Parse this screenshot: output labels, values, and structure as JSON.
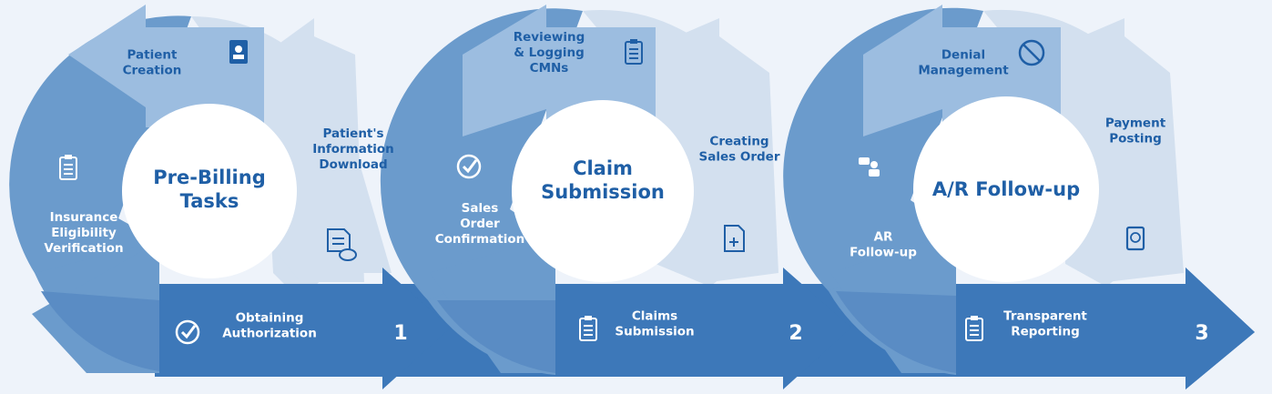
{
  "colors": {
    "background": "#eef3fa",
    "arrow_dark": "#3d78b9",
    "segment_mid": "#6b9bcc",
    "segment_light": "#9cbde0",
    "segment_pale": "#d3e0ef",
    "text_blue": "#1f5fa6"
  },
  "stages": [
    {
      "number": "1",
      "center": [
        "Pre-Billing",
        "Tasks"
      ],
      "top": [
        "Patient",
        "Creation"
      ],
      "right": [
        "Patient's",
        "Information",
        "Download"
      ],
      "left": [
        "Insurance",
        "Eligibility",
        "Verification"
      ],
      "bottom": [
        "Obtaining",
        "Authorization"
      ],
      "icons": [
        "id-card-icon",
        "cloud-document-icon",
        "clipboard-icon",
        "check-circle-icon"
      ]
    },
    {
      "number": "2",
      "center": [
        "Claim",
        "Submission"
      ],
      "top": [
        "Reviewing",
        "& Logging",
        "CMNs"
      ],
      "right": [
        "Creating",
        "Sales Order"
      ],
      "left": [
        "Sales",
        "Order",
        "Confirmation"
      ],
      "bottom": [
        "Claims",
        "Submission"
      ],
      "icons": [
        "checklist-icon",
        "new-document-icon",
        "check-circle-icon",
        "clipboard-icon"
      ]
    },
    {
      "number": "3",
      "center": [
        "A/R Follow-up"
      ],
      "top": [
        "Denial",
        "Management"
      ],
      "right": [
        "Payment",
        "Posting"
      ],
      "left": [
        "AR",
        "Follow-up"
      ],
      "bottom": [
        "Transparent",
        "Reporting"
      ],
      "icons": [
        "prohibited-icon",
        "payment-tablet-icon",
        "chat-user-icon",
        "report-clipboard-icon"
      ]
    }
  ]
}
